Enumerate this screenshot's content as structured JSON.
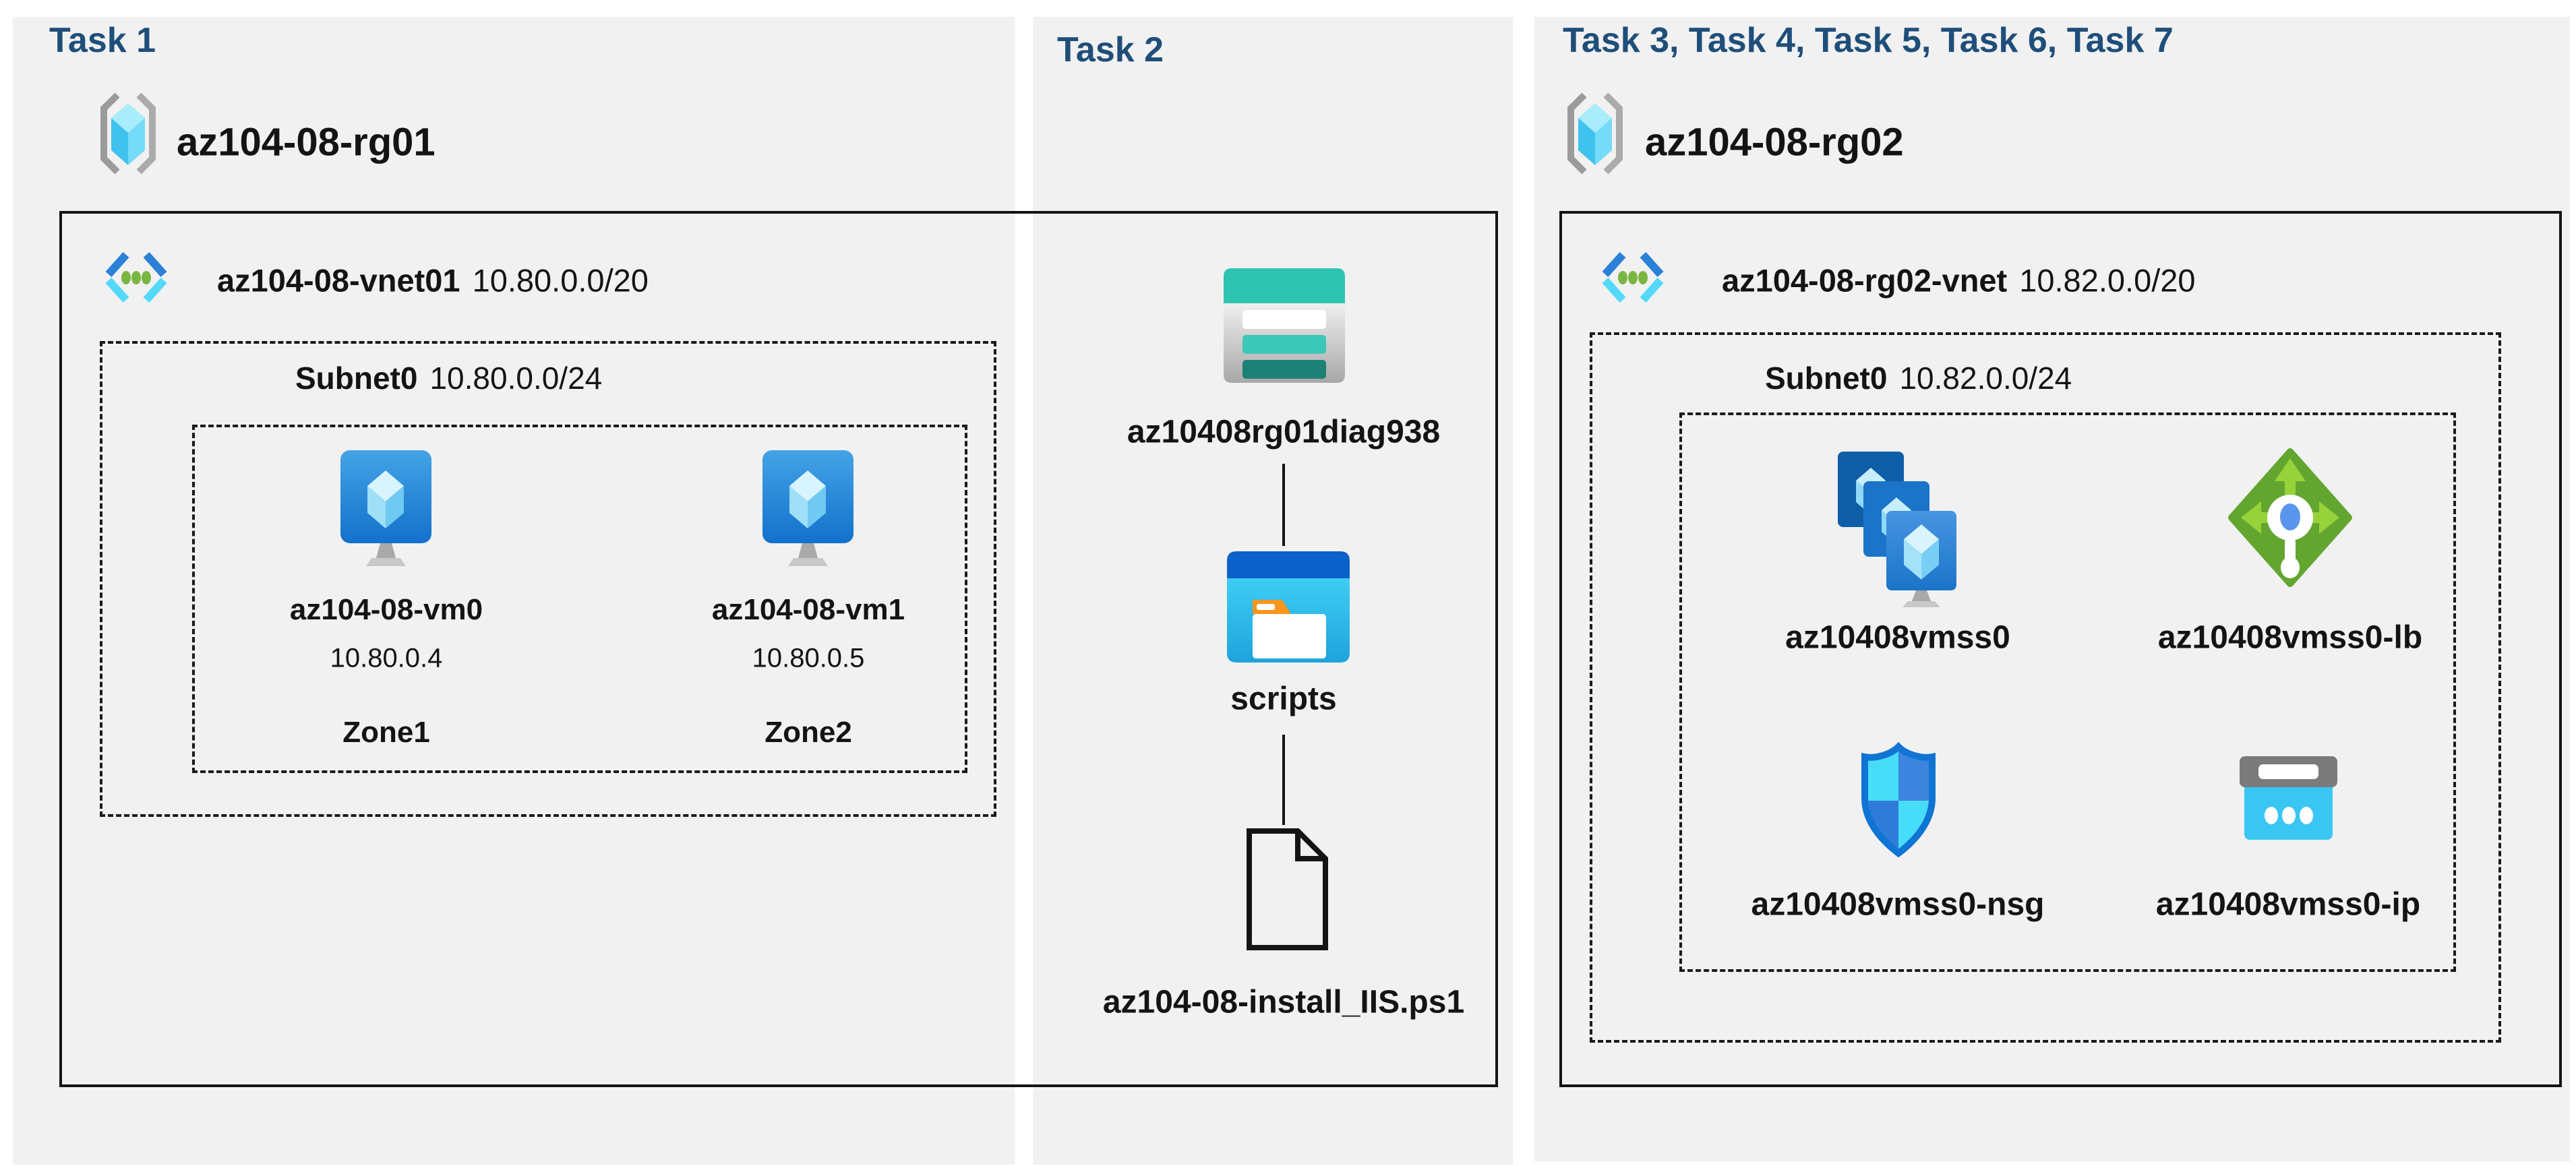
{
  "colors": {
    "page_bg": "#FFFFFF",
    "panel_bg": "#F1F1F2",
    "task_title": "#1F4E79",
    "text": "#141414",
    "box_outline": "#141414",
    "vnet_chevron_dark": "#2B80D8",
    "vnet_chevron_light": "#54D9F8",
    "vnet_dot_green": "#7AB742",
    "vm_monitor_blue": "#1473CE",
    "storage_teal": "#2EC4B2",
    "folder_orange": "#F7951D",
    "lb_green": "#63A62F",
    "nsg_border_blue": "#0F74D3",
    "ip_cyan": "#3AC6F2"
  },
  "panels": {
    "task1": {
      "title": "Task 1",
      "resource_group": {
        "name": "az104-08-rg01"
      },
      "vnet": {
        "name": "az104-08-vnet01",
        "cidr": "10.80.0.0/20"
      },
      "subnet": {
        "name": "Subnet0",
        "cidr": "10.80.0.0/24"
      },
      "vms": [
        {
          "name": "az104-08-vm0",
          "ip": "10.80.0.4",
          "zone": "Zone1"
        },
        {
          "name": "az104-08-vm1",
          "ip": "10.80.0.5",
          "zone": "Zone2"
        }
      ]
    },
    "task2": {
      "title": "Task 2",
      "storage_account": {
        "name": "az10408rg01diag938"
      },
      "container": {
        "name": "scripts"
      },
      "script_file": {
        "name": "az104-08-install_IIS.ps1"
      }
    },
    "task3": {
      "title": "Task 3, Task 4, Task 5, Task 6, Task 7",
      "resource_group": {
        "name": "az104-08-rg02"
      },
      "vnet": {
        "name": "az104-08-rg02-vnet",
        "cidr": "10.82.0.0/20"
      },
      "subnet": {
        "name": "Subnet0",
        "cidr": "10.82.0.0/24"
      },
      "resources": [
        {
          "name": "az10408vmss0",
          "type": "vm-scale-set"
        },
        {
          "name": "az10408vmss0-lb",
          "type": "load-balancer"
        },
        {
          "name": "az10408vmss0-nsg",
          "type": "network-security-group"
        },
        {
          "name": "az10408vmss0-ip",
          "type": "public-ip"
        }
      ]
    }
  }
}
